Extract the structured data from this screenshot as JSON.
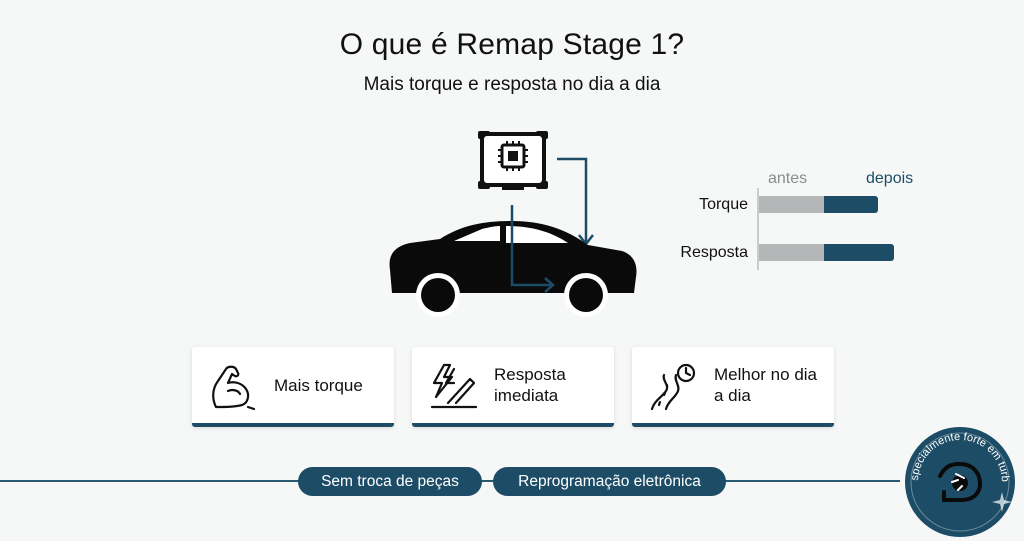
{
  "header": {
    "title": "O que é Remap Stage 1?",
    "subtitle": "Mais torque e resposta no dia a dia"
  },
  "illustration": {
    "icons": [
      "ecu-chip-icon",
      "arrow-down-icon",
      "arrow-right-icon",
      "car-icon"
    ]
  },
  "chart_data": {
    "type": "bar",
    "legend": [
      "antes",
      "depois"
    ],
    "categories": [
      "Torque",
      "Resposta"
    ],
    "series": [
      {
        "name": "antes",
        "values": [
          1.0,
          1.0
        ]
      },
      {
        "name": "depois",
        "values": [
          1.83,
          2.07
        ]
      }
    ],
    "colors": {
      "antes": "#b4b6b8",
      "depois": "#1d4d66"
    }
  },
  "cards": [
    {
      "label": "Mais torque",
      "icon": "flexed-arm-icon"
    },
    {
      "label": "Resposta imediata",
      "icon": "lightning-pedal-icon"
    },
    {
      "label": "Melhor no dia a dia",
      "icon": "road-clock-icon"
    }
  ],
  "tags": [
    "Sem troca de peças",
    "Reprogramação eletrônica"
  ],
  "badge": {
    "text": "Especialmente forte em turbo",
    "icon": "turbo-icon"
  },
  "colors": {
    "accent": "#1d4d66",
    "background": "#f6f7f7"
  }
}
